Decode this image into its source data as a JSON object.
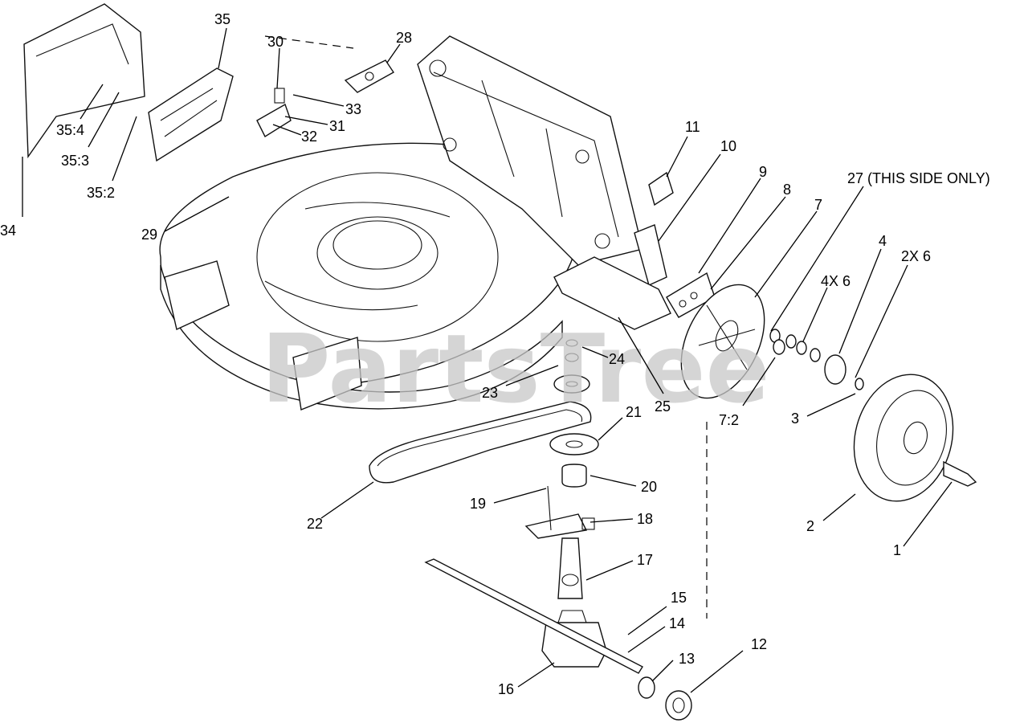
{
  "watermark": "PartsTree",
  "callouts": [
    {
      "id": "c34",
      "text": "34"
    },
    {
      "id": "c35",
      "text": "35"
    },
    {
      "id": "c35_4",
      "text": "35:4"
    },
    {
      "id": "c35_3",
      "text": "35:3"
    },
    {
      "id": "c35_2",
      "text": "35:2"
    },
    {
      "id": "c30",
      "text": "30"
    },
    {
      "id": "c28",
      "text": "28"
    },
    {
      "id": "c33",
      "text": "33"
    },
    {
      "id": "c31",
      "text": "31"
    },
    {
      "id": "c32",
      "text": "32"
    },
    {
      "id": "c29",
      "text": "29"
    },
    {
      "id": "c11",
      "text": "11"
    },
    {
      "id": "c10",
      "text": "10"
    },
    {
      "id": "c9",
      "text": "9"
    },
    {
      "id": "c8",
      "text": "8"
    },
    {
      "id": "c7",
      "text": "7"
    },
    {
      "id": "c27",
      "text": "27 (THIS SIDE ONLY)"
    },
    {
      "id": "c4",
      "text": "4"
    },
    {
      "id": "c2x6",
      "text": "2X 6"
    },
    {
      "id": "c4x6",
      "text": "4X 6"
    },
    {
      "id": "c24",
      "text": "24"
    },
    {
      "id": "c23",
      "text": "23"
    },
    {
      "id": "c25",
      "text": "25"
    },
    {
      "id": "c7_2",
      "text": "7:2"
    },
    {
      "id": "c3",
      "text": "3"
    },
    {
      "id": "c21",
      "text": "21"
    },
    {
      "id": "c20",
      "text": "20"
    },
    {
      "id": "c19",
      "text": "19"
    },
    {
      "id": "c18",
      "text": "18"
    },
    {
      "id": "c22",
      "text": "22"
    },
    {
      "id": "c2",
      "text": "2"
    },
    {
      "id": "c1",
      "text": "1"
    },
    {
      "id": "c17",
      "text": "17"
    },
    {
      "id": "c15",
      "text": "15"
    },
    {
      "id": "c14",
      "text": "14"
    },
    {
      "id": "c13",
      "text": "13"
    },
    {
      "id": "c12",
      "text": "12"
    },
    {
      "id": "c16",
      "text": "16"
    }
  ]
}
